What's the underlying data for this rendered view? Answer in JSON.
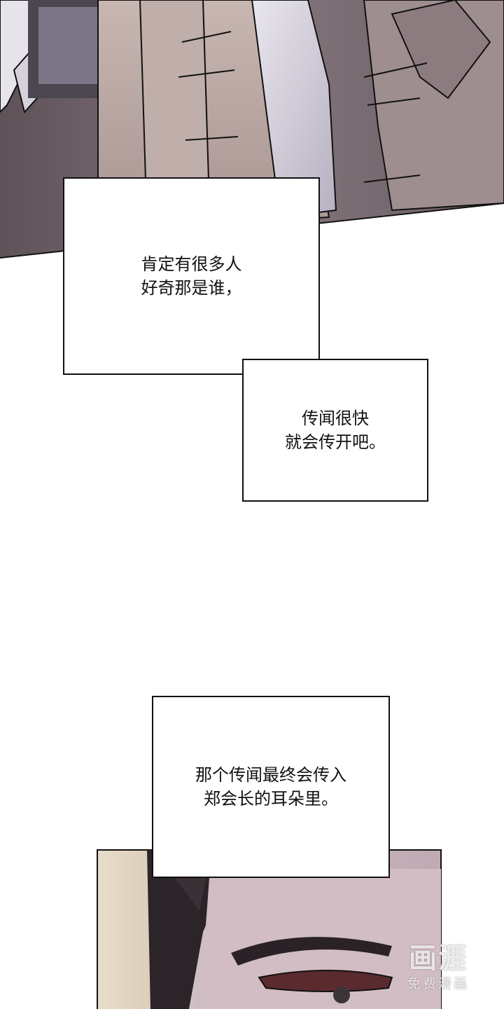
{
  "captions": [
    {
      "lines": [
        "肯定有很多人",
        "好奇那是谁，"
      ]
    },
    {
      "lines": [
        "传闻很快",
        "就会传开吧。"
      ]
    },
    {
      "lines": [
        "那个传闻最终会传入",
        "郑会长的耳朵里。"
      ]
    }
  ],
  "watermark": {
    "title": "画涯",
    "subtitle": "免费漫画"
  },
  "colors": {
    "panel_dark": "#6e5f66",
    "coat_light": "#b7a6a3",
    "skin": "#d8c6c9",
    "outline": "#111111"
  }
}
